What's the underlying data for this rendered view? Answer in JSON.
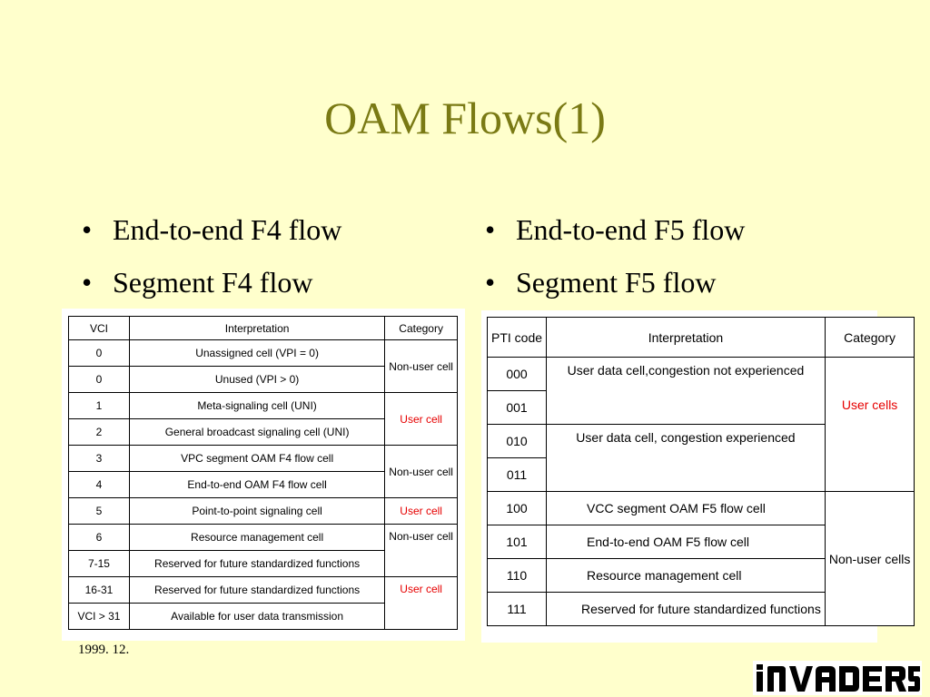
{
  "title": "OAM Flows(1)",
  "left_bullets": [
    "End-to-end F4 flow",
    "Segment F4 flow"
  ],
  "right_bullets": [
    "End-to-end F5 flow",
    "Segment F5 flow"
  ],
  "vci_table": {
    "headers": [
      "VCI",
      "Interpretation",
      "Category"
    ],
    "rows": [
      {
        "vci": "0",
        "interpretation": "Unassigned cell (VPI = 0)"
      },
      {
        "vci": "0",
        "interpretation": "Unused (VPI > 0)"
      },
      {
        "vci": "1",
        "interpretation": "Meta-signaling cell (UNI)"
      },
      {
        "vci": "2",
        "interpretation": "General broadcast signaling cell (UNI)"
      },
      {
        "vci": "3",
        "interpretation": "VPC segment OAM F4 flow cell"
      },
      {
        "vci": "4",
        "interpretation": "End-to-end OAM F4 flow cell"
      },
      {
        "vci": "5",
        "interpretation": "Point-to-point signaling cell"
      },
      {
        "vci": "6",
        "interpretation": "Resource management cell"
      },
      {
        "vci": "7-15",
        "interpretation": "Reserved for future standardized functions"
      },
      {
        "vci": "16-31",
        "interpretation": "Reserved for future standardized functions"
      },
      {
        "vci": "VCI > 31",
        "interpretation": "Available for user data transmission"
      }
    ],
    "categories": [
      "Non-user cell",
      "User cell",
      "Non-user cell",
      "User cell",
      "Non-user cell",
      "User cell"
    ]
  },
  "pti_table": {
    "headers": [
      "PTI code",
      "Interpretation",
      "Category"
    ],
    "codes": [
      "000",
      "001",
      "010",
      "011",
      "100",
      "101",
      "110",
      "111"
    ],
    "interpretations": [
      "User data cell,congestion not experienced",
      "User data cell, congestion experienced",
      "VCC segment OAM F5 flow cell",
      "End-to-end OAM F5 flow cell",
      "Resource management cell",
      "Reserved for future standardized functions"
    ],
    "categories": [
      "User cells",
      "Non-user cells"
    ]
  },
  "footer": {
    "date": "1999. 12."
  },
  "logo": {
    "text": "INVADERS"
  },
  "colors": {
    "background": "#ffffcc",
    "title": "#7a7a14",
    "user_cell_text": "#e60000"
  }
}
